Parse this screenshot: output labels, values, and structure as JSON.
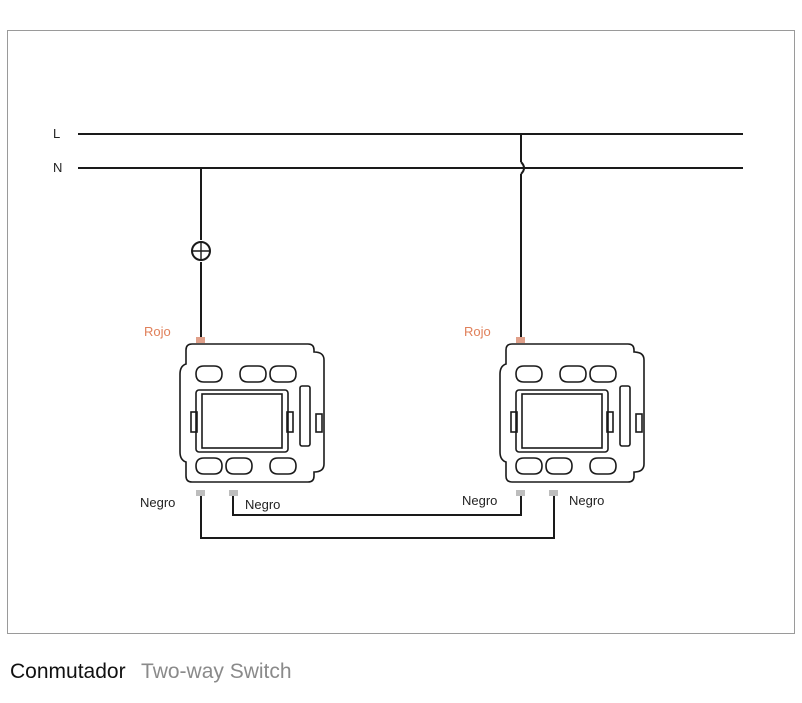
{
  "diagram": {
    "line_L": "L",
    "line_N": "N",
    "red_label": "Rojo",
    "black_label": "Negro",
    "colors": {
      "wire": "#1a1a1a",
      "red": "#e0805a",
      "terminal": "#bdbdbd",
      "frame": "#9a9a9a"
    },
    "icons": [
      "lamp-icon",
      "junction-icon",
      "switch-mechanism-icon"
    ]
  },
  "caption": {
    "spanish": "Conmutador",
    "english": "Two-way Switch"
  }
}
